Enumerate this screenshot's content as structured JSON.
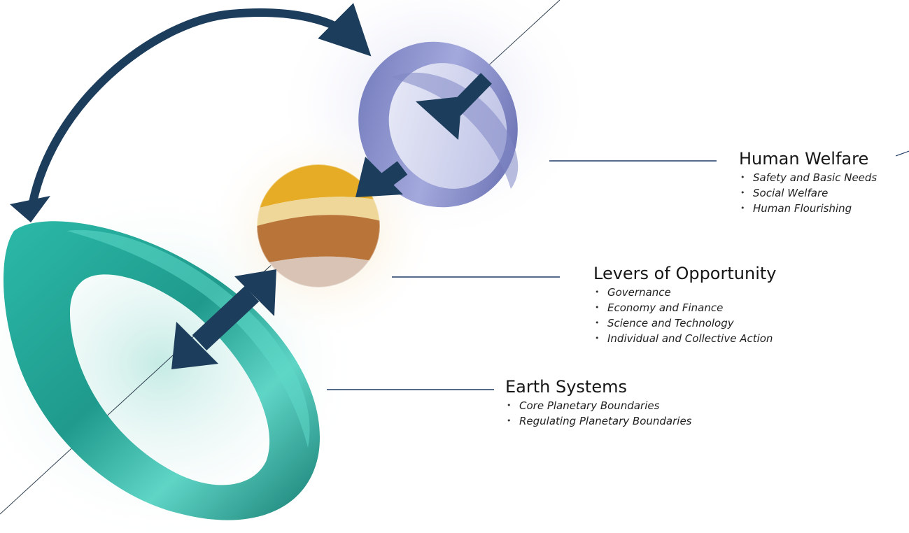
{
  "sections": {
    "human_welfare": {
      "title": "Human Welfare",
      "items": [
        "Safety and Basic Needs",
        "Social Welfare",
        "Human Flourishing"
      ]
    },
    "levers": {
      "title": "Levers of Opportunity",
      "items": [
        "Governance",
        "Economy and Finance",
        "Science and Technology",
        "Individual and Collective Action"
      ]
    },
    "earth_systems": {
      "title": "Earth Systems",
      "items": [
        "Core Planetary Boundaries",
        "Regulating Planetary Boundaries"
      ]
    }
  },
  "colors": {
    "arrow": "#1d3d5c",
    "earth_ring": "#23a89a",
    "human_ring": "#8088c4",
    "sphere_gold": "#e3a823",
    "sphere_copper": "#b8743c",
    "connector_line": "#1f3b66"
  }
}
